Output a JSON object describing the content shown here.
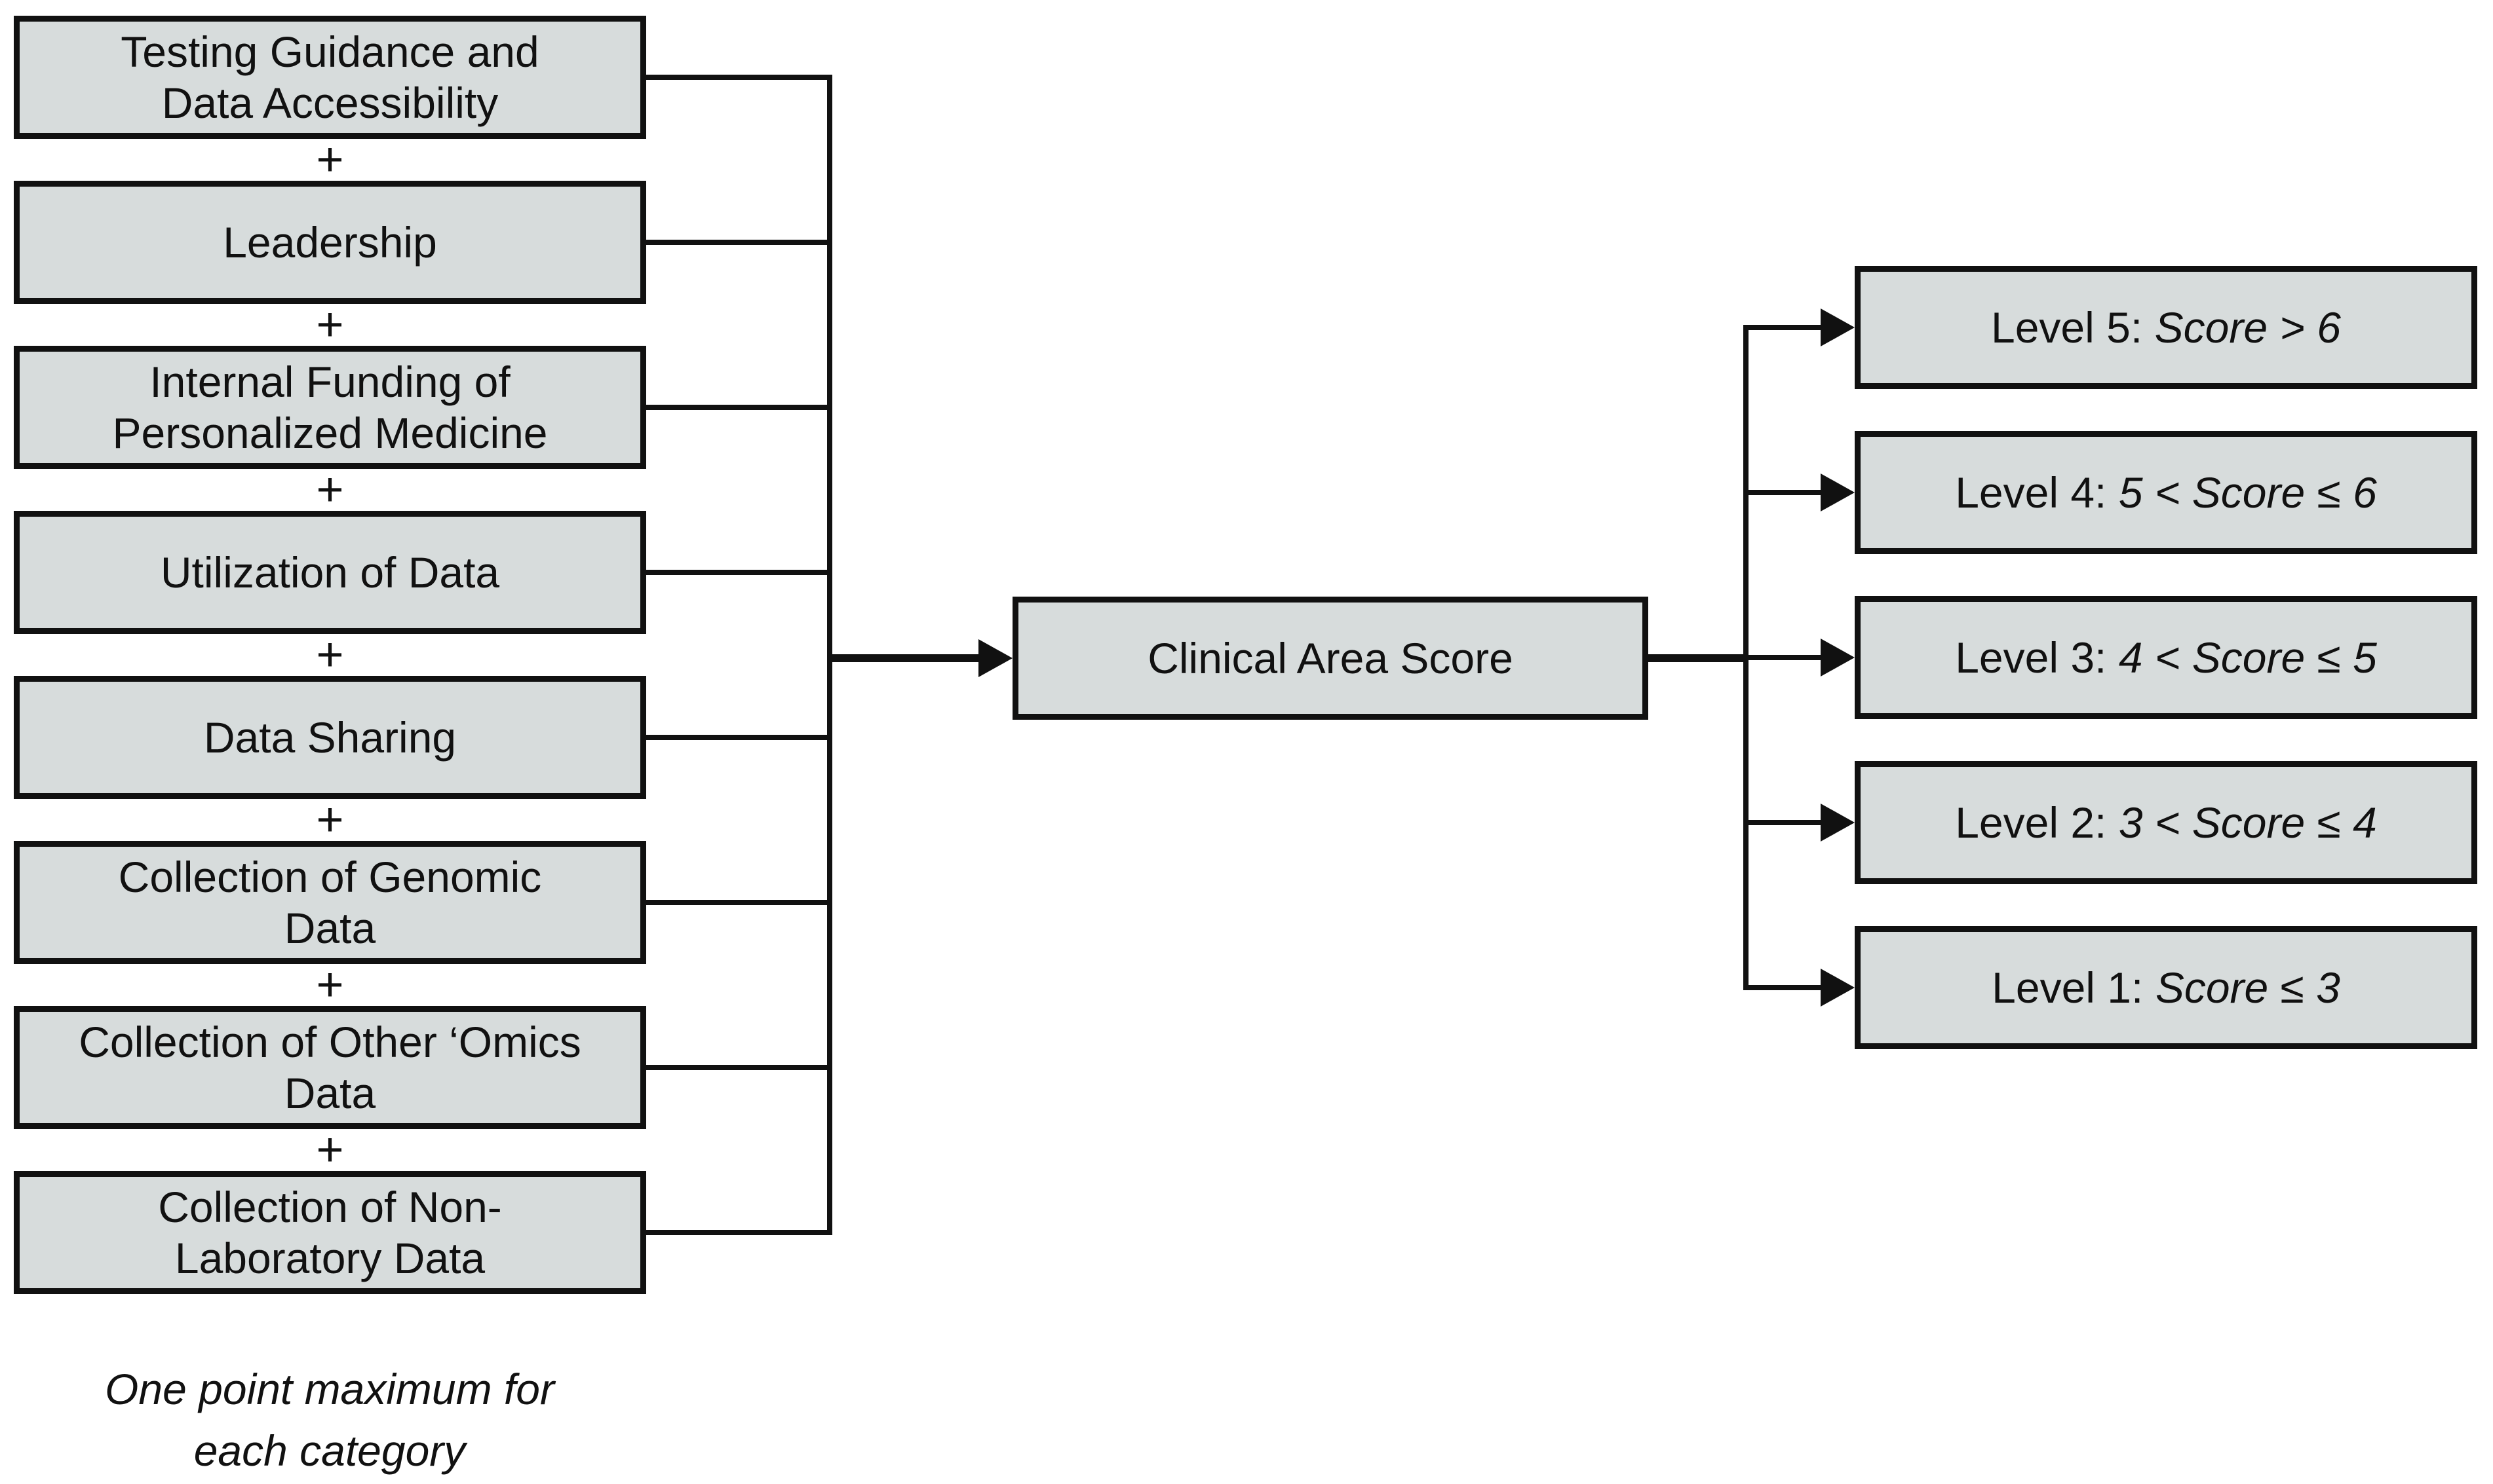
{
  "diagram": {
    "title_hint": "Clinical area scoring flow diagram",
    "left_column": {
      "plus_sign": "+",
      "boxes": [
        "Testing Guidance and\nData Accessibility",
        "Leadership",
        "Internal Funding of\nPersonalized Medicine",
        "Utilization of Data",
        "Data Sharing",
        "Collection of Genomic\nData",
        "Collection of Other ‘Omics\nData",
        "Collection of Non-\nLaboratory Data"
      ],
      "note": {
        "line1": "One point maximum for",
        "line2": "each category"
      }
    },
    "center_box": {
      "label": "Clinical Area Score"
    },
    "right_column": {
      "boxes": [
        {
          "prefix": "Level 5:",
          "condition": "Score > 6"
        },
        {
          "prefix": "Level 4:",
          "condition": "5 < Score ≤ 6"
        },
        {
          "prefix": "Level 3:",
          "condition": "4 < Score ≤ 5"
        },
        {
          "prefix": "Level 2:",
          "condition": "3 < Score ≤ 4"
        },
        {
          "prefix": "Level 1:",
          "condition": "Score ≤ 3"
        }
      ]
    },
    "colors": {
      "box_fill": "#d7dcdc",
      "box_border": "#111111",
      "line": "#111111",
      "text": "#111111",
      "background": "#ffffff"
    }
  }
}
